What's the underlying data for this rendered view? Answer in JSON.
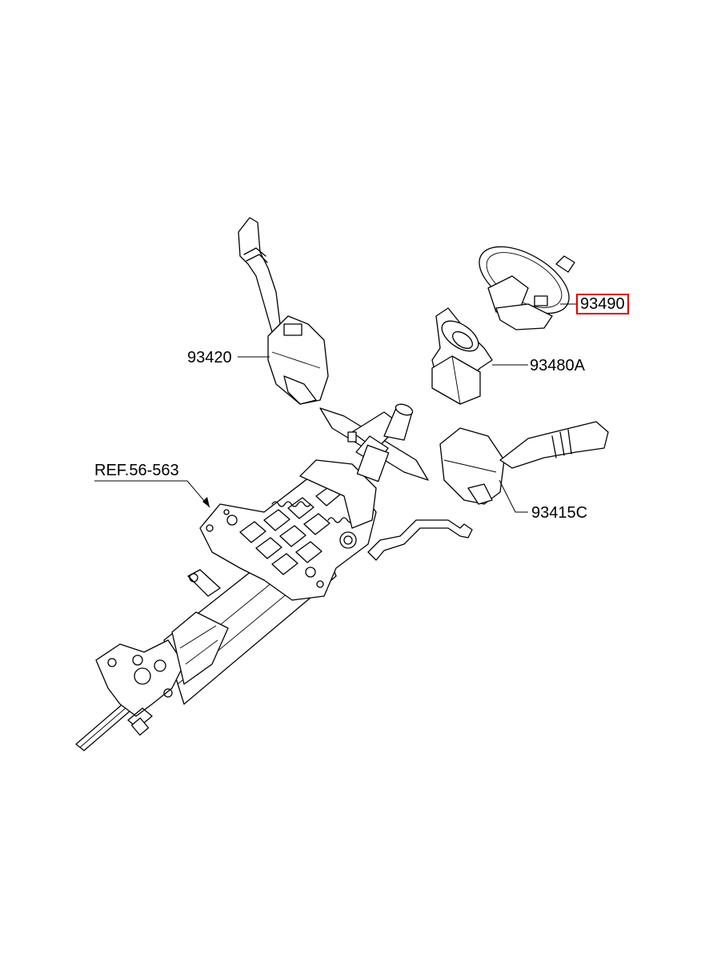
{
  "callouts": [
    {
      "id": "93420",
      "text": "93420"
    },
    {
      "id": "93490",
      "text": "93490",
      "highlighted": true
    },
    {
      "id": "93480A",
      "text": "93480A"
    },
    {
      "id": "REF.56-563",
      "text": "REF.56-563"
    },
    {
      "id": "93415C",
      "text": "93415C"
    }
  ],
  "colors": {
    "line": "#000000",
    "highlight": "#e00000",
    "background": "#ffffff"
  }
}
